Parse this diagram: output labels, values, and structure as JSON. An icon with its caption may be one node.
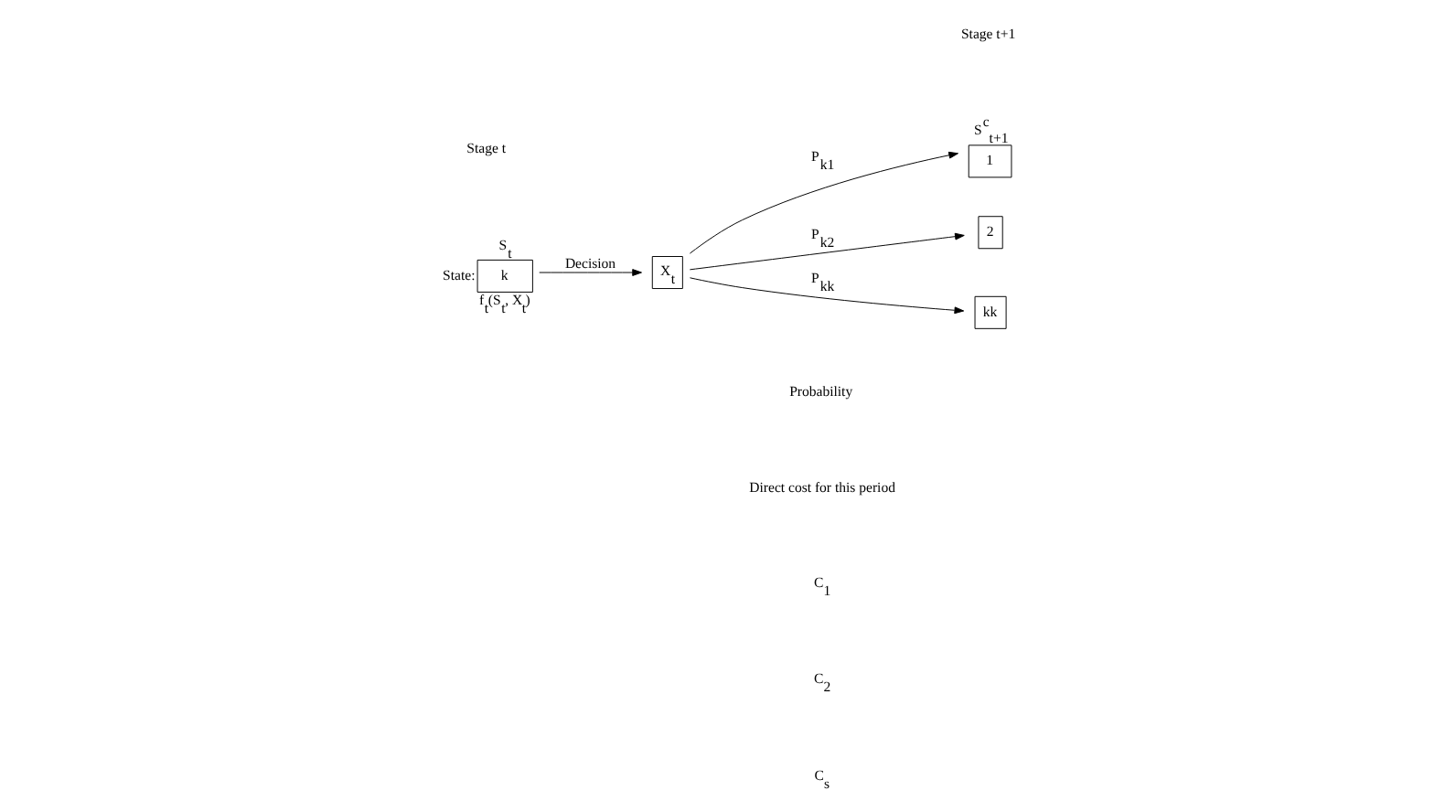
{
  "diagram": {
    "nodes": [
      {
        "text": [
          "S$_{t}$",
          "k"
        ],
        "beside": [
          "State:",
          "f$_{t}$(S$_{t}$, X$_{t}$)"
        ]
      },
      {
        "text": [
          "X$_{t}$"
        ]
      },
      {
        "text": [
          "S$^{c}$$_{t+1}$",
          "1"
        ]
      },
      {
        "text": [
          "2"
        ]
      },
      {
        "text": [
          "kk"
        ]
      }
    ],
    "edges": [
      {
        "from": 0,
        "to": 1,
        "arrow": "to",
        "label": "Decision"
      },
      {
        "from": 1,
        "to": 2,
        "arrow": "to",
        "label": "P$_{k1}$"
      },
      {
        "from": 1,
        "to": 3,
        "arrow": "to",
        "label": "P$_{k2}$"
      },
      {
        "from": 1,
        "to": 4,
        "arrow": "to",
        "label": "P$_{kk}$"
      }
    ],
    "labels": [
      "Stage t",
      "Stage t+1",
      "Probability",
      "Direct cost for this period",
      "C$_{1}$",
      "C$_{2}$",
      "C$_{s}$"
    ]
  }
}
